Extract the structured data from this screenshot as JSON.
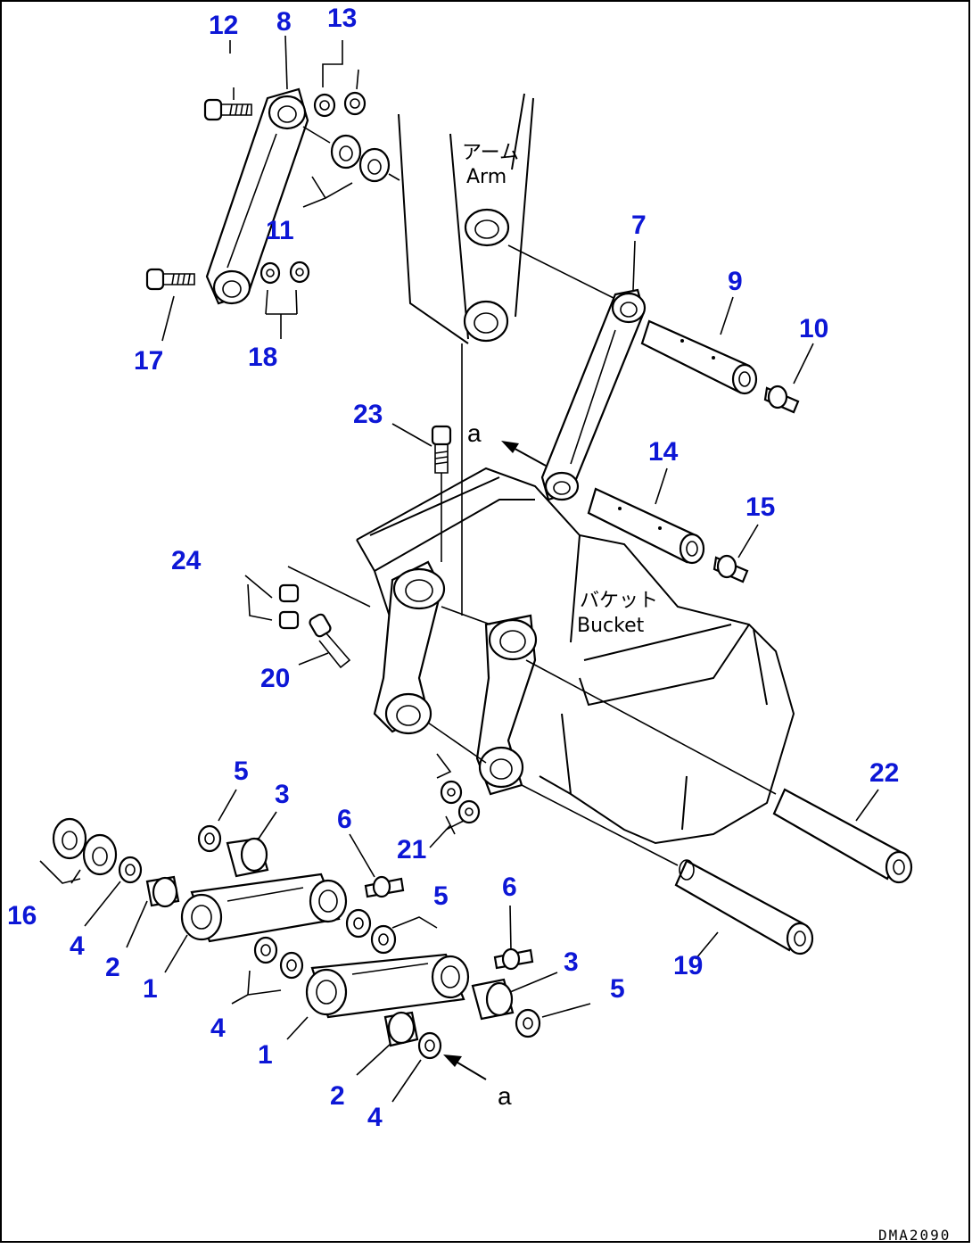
{
  "diagram": {
    "labels": {
      "arm_jp": "アーム",
      "arm_en": "Arm",
      "bucket_jp": "バケット",
      "bucket_en": "Bucket",
      "ref_a_top": "a",
      "ref_a_bottom": "a",
      "drawing_code": "DMA2090"
    },
    "callouts": {
      "c12": "12",
      "c8": "8",
      "c13": "13",
      "c11": "11",
      "c17": "17",
      "c18": "18",
      "c7": "7",
      "c9": "9",
      "c10": "10",
      "c23": "23",
      "c14": "14",
      "c15": "15",
      "c24": "24",
      "c20": "20",
      "c22": "22",
      "c5a": "5",
      "c3a": "3",
      "c6a": "6",
      "c21": "21",
      "c6b": "6",
      "c16": "16",
      "c4a": "4",
      "c2a": "2",
      "c1a": "1",
      "c5b": "5",
      "c19": "19",
      "c4b": "4",
      "c3b": "3",
      "c5c": "5",
      "c1b": "1",
      "c2b": "2",
      "c4c": "4"
    },
    "colors": {
      "callout": "#0d17d6",
      "line": "#000000",
      "background": "#ffffff"
    }
  }
}
